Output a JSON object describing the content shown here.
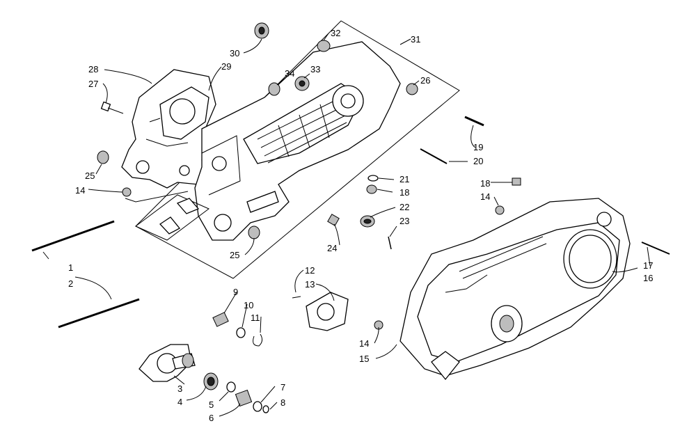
{
  "callouts": {
    "c1": "1",
    "c2": "2",
    "c3": "3",
    "c4": "4",
    "c5": "5",
    "c6": "6",
    "c7": "7",
    "c8": "8",
    "c9": "9",
    "c10": "10",
    "c11": "11",
    "c12": "12",
    "c13": "13",
    "c14a": "14",
    "c14b": "14",
    "c14c": "14",
    "c15": "15",
    "c16": "16",
    "c17": "17",
    "c18a": "18",
    "c18b": "18",
    "c19": "19",
    "c20": "20",
    "c21": "21",
    "c22": "22",
    "c23": "23",
    "c24": "24",
    "c25a": "25",
    "c25b": "25",
    "c26": "26",
    "c27": "27",
    "c28": "28",
    "c29": "29",
    "c30": "30",
    "c31": "31",
    "c32": "32",
    "c33": "33",
    "c34": "34"
  },
  "colors": {
    "ink": "#000000",
    "paper": "#ffffff",
    "shade": "#bdbdbd"
  }
}
